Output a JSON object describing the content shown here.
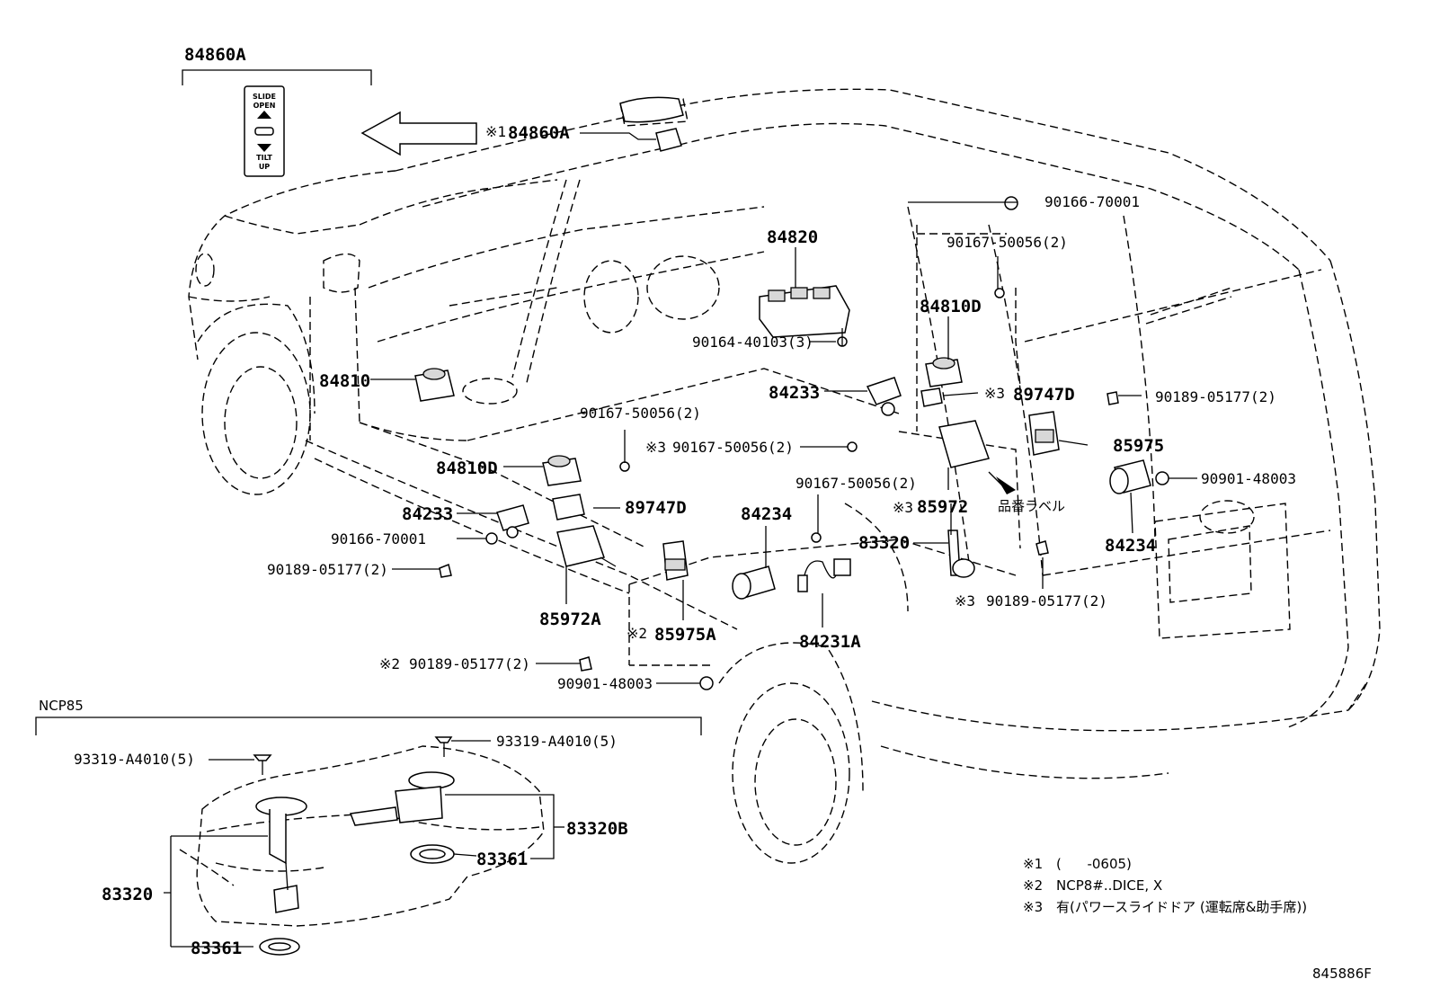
{
  "diagram_code": "845886F",
  "switch_panel": {
    "callout": "84860A",
    "label_slide_open": "SLIDE\nOPEN",
    "label_tilt_up": "TILT\nUP"
  },
  "parts": {
    "p84860A": "84860A",
    "p84820": "84820",
    "p84810": "84810",
    "p84810D_left": "84810D",
    "p84810D_right": "84810D",
    "p84233_left": "84233",
    "p84233_right": "84233",
    "p84234_center": "84234",
    "p84234_right": "84234",
    "p84231A": "84231A",
    "p89747D_left": "89747D",
    "p89747D_right": "89747D",
    "p85972A": "85972A",
    "p85972": "85972",
    "p85975A": "85975A",
    "p85975": "85975",
    "p83320_top": "83320",
    "p83320_tank": "83320",
    "p83320B": "83320B",
    "p83361_a": "83361",
    "p83361_b": "83361",
    "f90166_top": "90166-70001",
    "f90166_left": "90166-70001",
    "f90167_top": "90167-50056(2)",
    "f90167_left": "90167-50056(2)",
    "f90167_mid": "90167-50056(2)",
    "f90167_low": "90167-50056(2)",
    "f90164": "90164-40103(3)",
    "f90189_right": "90189-05177(2)",
    "f90189_left": "90189-05177(2)",
    "f90189_low": "90189-05177(2)",
    "f90189_bottom": "90189-05177(2)",
    "f90901_right": "90901-48003",
    "f90901_bottom": "90901-48003",
    "f93319_left": "93319-A4010(5)",
    "f93319_right": "93319-A4010(5)"
  },
  "marks": {
    "m1": "※1",
    "m2": "※2",
    "m3": "※3"
  },
  "part_number_label": "品番ラベル",
  "section_ncp85": "NCP85",
  "notes": {
    "n1_mark": "※1",
    "n1_text": "(      -0605)",
    "n2_mark": "※2",
    "n2_text": "NCP8#..DICE, X",
    "n3_mark": "※3",
    "n3_text": "有(パワースライドドア (運転席&助手席))"
  }
}
